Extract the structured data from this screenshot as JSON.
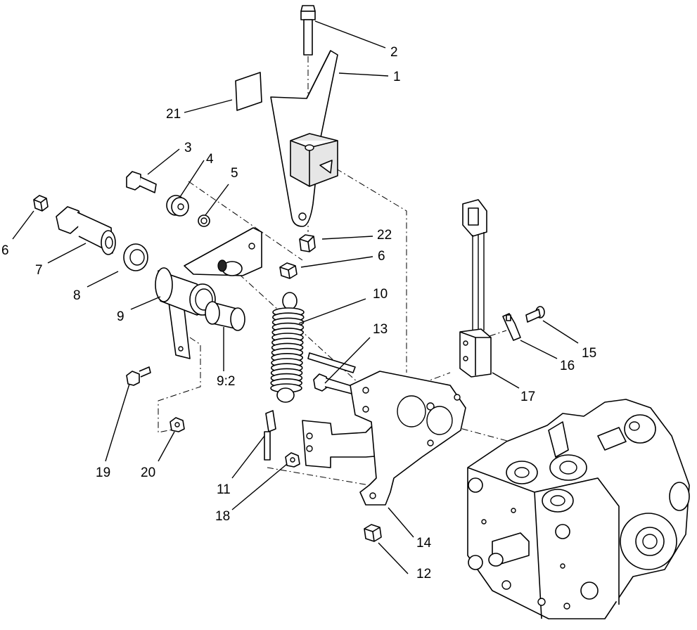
{
  "callouts": [
    {
      "id": "c1",
      "label": "1"
    },
    {
      "id": "c2",
      "label": "2"
    },
    {
      "id": "c3",
      "label": "3"
    },
    {
      "id": "c4",
      "label": "4"
    },
    {
      "id": "c5",
      "label": "5"
    },
    {
      "id": "c6a",
      "label": "6"
    },
    {
      "id": "c6b",
      "label": "6"
    },
    {
      "id": "c7",
      "label": "7"
    },
    {
      "id": "c8",
      "label": "8"
    },
    {
      "id": "c9",
      "label": "9"
    },
    {
      "id": "c92",
      "label": "9:2"
    },
    {
      "id": "c10",
      "label": "10"
    },
    {
      "id": "c11",
      "label": "11"
    },
    {
      "id": "c12",
      "label": "12"
    },
    {
      "id": "c13",
      "label": "13"
    },
    {
      "id": "c14",
      "label": "14"
    },
    {
      "id": "c15",
      "label": "15"
    },
    {
      "id": "c16",
      "label": "16"
    },
    {
      "id": "c17",
      "label": "17"
    },
    {
      "id": "c18",
      "label": "18"
    },
    {
      "id": "c19",
      "label": "19"
    },
    {
      "id": "c20",
      "label": "20"
    },
    {
      "id": "c21",
      "label": "21"
    },
    {
      "id": "c22",
      "label": "22"
    }
  ]
}
